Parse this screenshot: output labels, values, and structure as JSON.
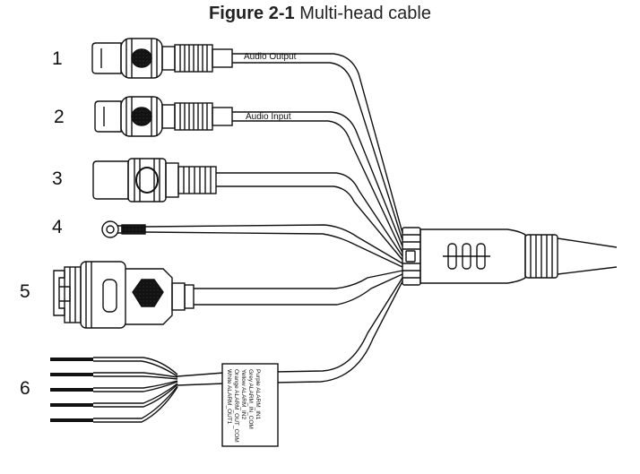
{
  "figure": {
    "label": "Figure 2-1",
    "title": "Multi-head cable"
  },
  "connectors": [
    {
      "number": "1",
      "label": "Audio Output"
    },
    {
      "number": "2",
      "label": "Audio Input"
    },
    {
      "number": "3",
      "label": ""
    },
    {
      "number": "4",
      "label": ""
    },
    {
      "number": "5",
      "label": ""
    },
    {
      "number": "6",
      "label": ""
    }
  ],
  "alarm_tag": {
    "lines": [
      "Purple ALARM_IN1",
      "Grey ALARM_IN_COM",
      "Yellow ALARM_IN2",
      "Orange ALARM_OUT_COM",
      "White ALARM_OUT1"
    ]
  }
}
